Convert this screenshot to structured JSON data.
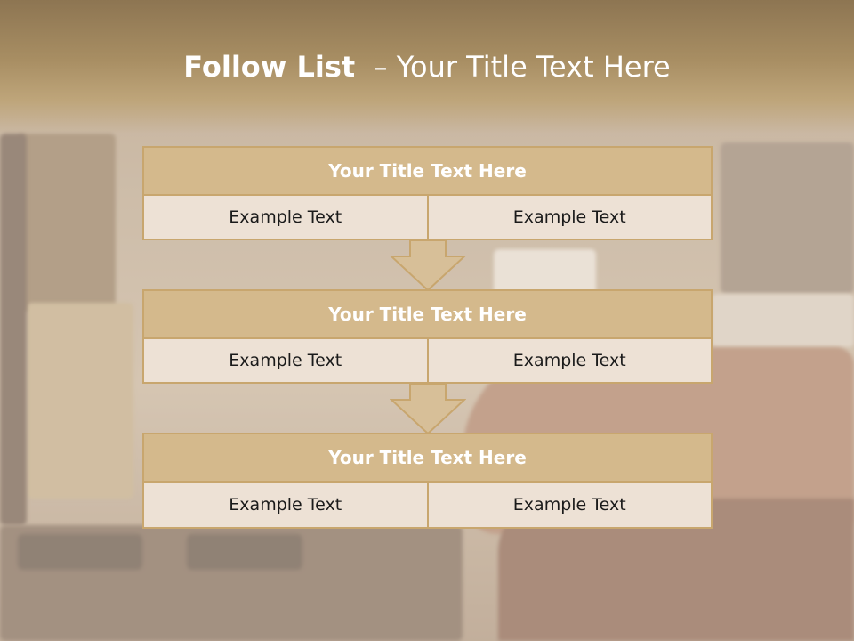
{
  "title": {
    "bold": "Follow List",
    "rest": "– Your Title Text Here"
  },
  "colors": {
    "header_band": "#a88e63",
    "block_head": "#d4b98c",
    "block_border": "#c8a66e",
    "cell_fill": "#ede1d5"
  },
  "blocks": [
    {
      "heading": "Your Title Text Here",
      "left": "Example Text",
      "right": "Example Text"
    },
    {
      "heading": "Your Title Text Here",
      "left": "Example Text",
      "right": "Example Text"
    },
    {
      "heading": "Your Title Text Here",
      "left": "Example Text",
      "right": "Example Text"
    }
  ]
}
